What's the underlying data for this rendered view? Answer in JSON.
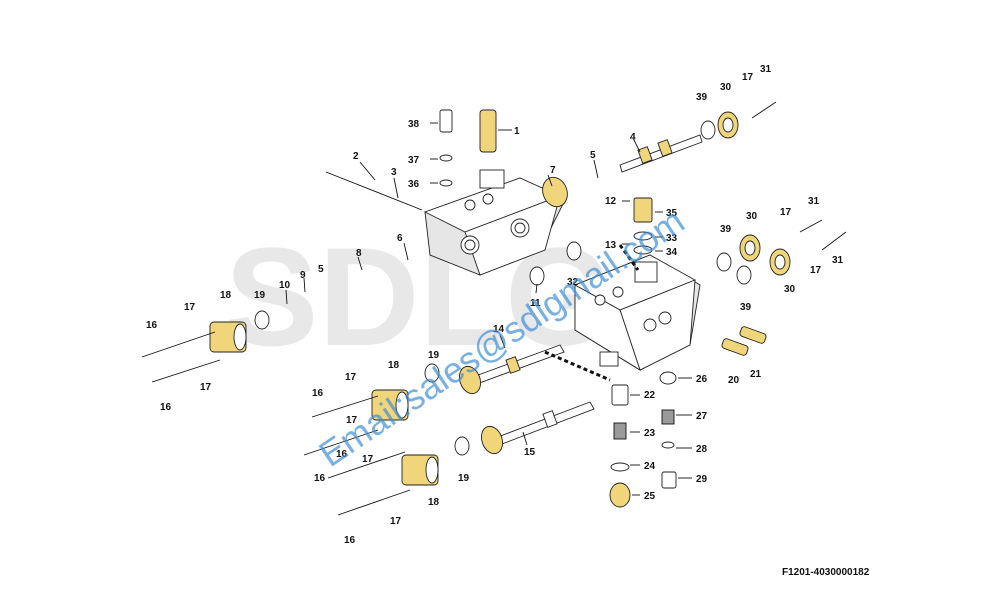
{
  "drawing_ref": "F1201-4030000182",
  "watermark": "Email:sales@sdlgmail.com",
  "background_mark": "SDLG",
  "callouts": [
    "1",
    "2",
    "3",
    "4",
    "5",
    "6",
    "7",
    "8",
    "9",
    "10",
    "11",
    "12",
    "13",
    "14",
    "15",
    "16",
    "17",
    "18",
    "19",
    "20",
    "21",
    "22",
    "23",
    "24",
    "25",
    "26",
    "27",
    "28",
    "29",
    "30",
    "31",
    "32",
    "33",
    "34",
    "35",
    "36",
    "37",
    "38",
    "39"
  ],
  "colors": {
    "ink": "#111111",
    "brass": "#f1d57a",
    "watermark": "#3f8fd6",
    "background_mark": "#e8e8e8"
  }
}
